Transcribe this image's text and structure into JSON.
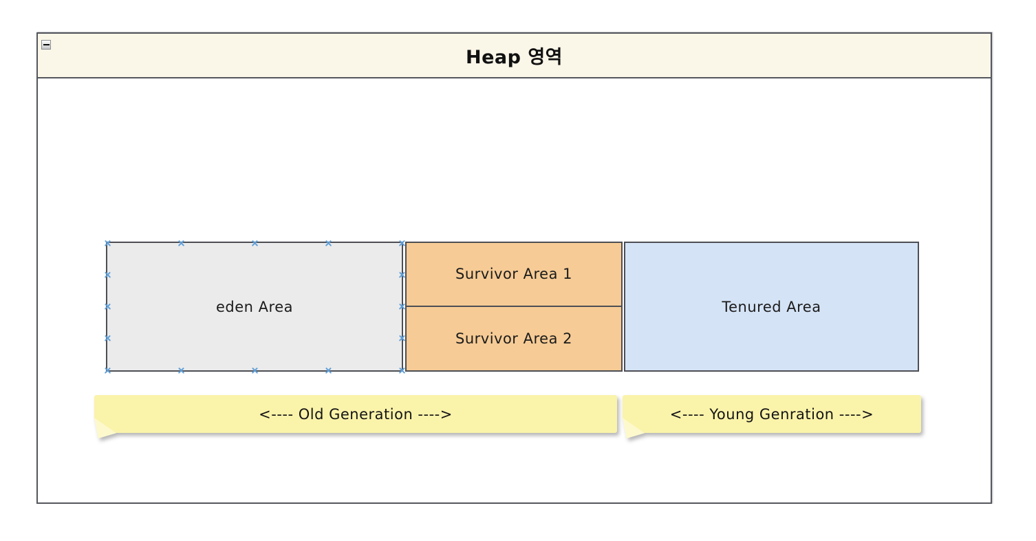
{
  "header": {
    "title": "Heap 영역",
    "collapse_icon": "minus-icon"
  },
  "diagram": {
    "regions": {
      "eden": {
        "label": "eden Area",
        "fill": "#ebebeb",
        "selected": true
      },
      "survivor1": {
        "label": "Survivor Area 1",
        "fill": "#f6cb95",
        "selected": false
      },
      "survivor2": {
        "label": "Survivor Area 2",
        "fill": "#f6cb95",
        "selected": false
      },
      "tenured": {
        "label": "Tenured Area",
        "fill": "#d5e3f6",
        "selected": false
      }
    },
    "notes": {
      "old_generation": {
        "label": "<---- Old Generation ---->",
        "fill": "#faf3aa"
      },
      "young_generation": {
        "label": "<---- Young Genration ---->",
        "fill": "#faf3aa"
      }
    },
    "colors": {
      "frame_border": "#54565c",
      "header_background": "#faf6e8",
      "region_border": "#4c4e54",
      "selection_handle": "#5f9fd8",
      "note_fold": "#fdf9cd"
    }
  }
}
